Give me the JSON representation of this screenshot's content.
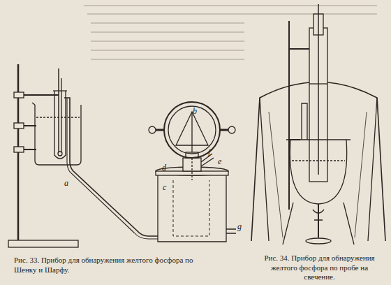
{
  "diagram": {
    "labels": [
      "a",
      "b",
      "c",
      "d",
      "e",
      "f",
      "g",
      "Рис. 33. Прибор для обнаружения желтого фосфора по Шенку и Шарфу.",
      "Рис. 34. Прибор для обнаружения желтого фосфора по пробе на свечение."
    ]
  }
}
